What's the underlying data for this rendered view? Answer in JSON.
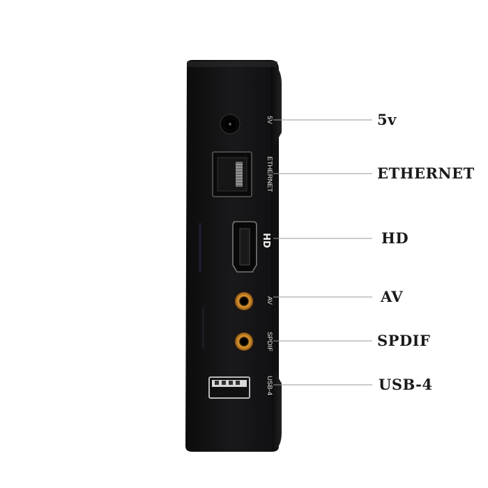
{
  "image": {
    "subject": "side panel of a black TV box with connection ports",
    "background": "#ffffff",
    "device_color": "#141414"
  },
  "ports": [
    {
      "name": "5v",
      "label": "5V",
      "callout": "5v"
    },
    {
      "name": "ethernet",
      "label": "ETHERNET",
      "callout": "ETHERNET"
    },
    {
      "name": "hdmi",
      "label": "HD",
      "callout": "HD"
    },
    {
      "name": "av",
      "label": "AV",
      "callout": "AV"
    },
    {
      "name": "spdif",
      "label": "SPDIF",
      "callout": "SPDIF"
    },
    {
      "name": "usb",
      "label": "USB-4",
      "callout": "USB-4"
    }
  ],
  "colors": {
    "callout_line": "#9a9a9a",
    "audio_jack_ring": "#d98a1e",
    "callout_text": "#1a1a1a"
  }
}
